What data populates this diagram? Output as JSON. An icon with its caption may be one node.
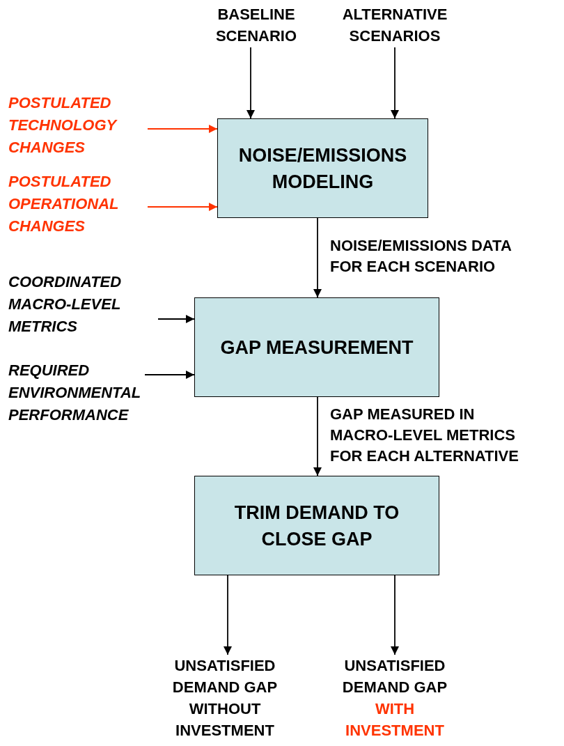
{
  "diagram": {
    "nodes": [
      {
        "text": [
          "BASELINE SCENARIO"
        ]
      },
      {
        "text": [
          "ALTERNATIVE SCENARIOS"
        ]
      },
      {
        "text": [
          "POSTULATED TECHNOLOGY CHANGES"
        ]
      },
      {
        "text": [
          "NOISE/EMISSIONS MODELING"
        ]
      },
      {
        "text": [
          "POSTULATED OPERATIONAL CHANGES"
        ]
      },
      {
        "text": [
          "COORDINATED MACRO-LEVEL METRICS"
        ]
      },
      {
        "text": [
          "GAP MEASUREMENT"
        ]
      },
      {
        "text": [
          "REQUIRED ENVIRONMENTAL PERFORMANCE"
        ]
      },
      {
        "text": [
          "TRIM DEMAND TO CLOSE GAP"
        ]
      },
      {
        "text": [
          "UNSATISFIED DEMAND GAP WITHOUT INVESTMENT"
        ]
      },
      {
        "text": [
          "UNSATISFIED DEMAND GAP",
          "WITH INVESTMENT"
        ]
      }
    ],
    "edges": [
      {
        "from": 0,
        "to": 3,
        "arrow": "to"
      },
      {
        "from": 1,
        "to": 3,
        "arrow": "to"
      },
      {
        "from": 2,
        "to": 3,
        "arrow": "to",
        "color": "#ff3300"
      },
      {
        "from": 4,
        "to": 3,
        "arrow": "to",
        "color": "#ff3300"
      },
      {
        "from": 3,
        "to": 6,
        "arrow": "to",
        "label": "NOISE/EMISSIONS DATA FOR EACH SCENARIO"
      },
      {
        "from": 5,
        "to": 6,
        "arrow": "to"
      },
      {
        "from": 7,
        "to": 6,
        "arrow": "to"
      },
      {
        "from": 6,
        "to": 8,
        "arrow": "to",
        "label": "GAP MEASURED IN MACRO-LEVEL METRICS FOR EACH ALTERNATIVE"
      },
      {
        "from": 8,
        "to": 9,
        "arrow": "to"
      },
      {
        "from": 8,
        "to": 10,
        "arrow": "to"
      }
    ]
  }
}
